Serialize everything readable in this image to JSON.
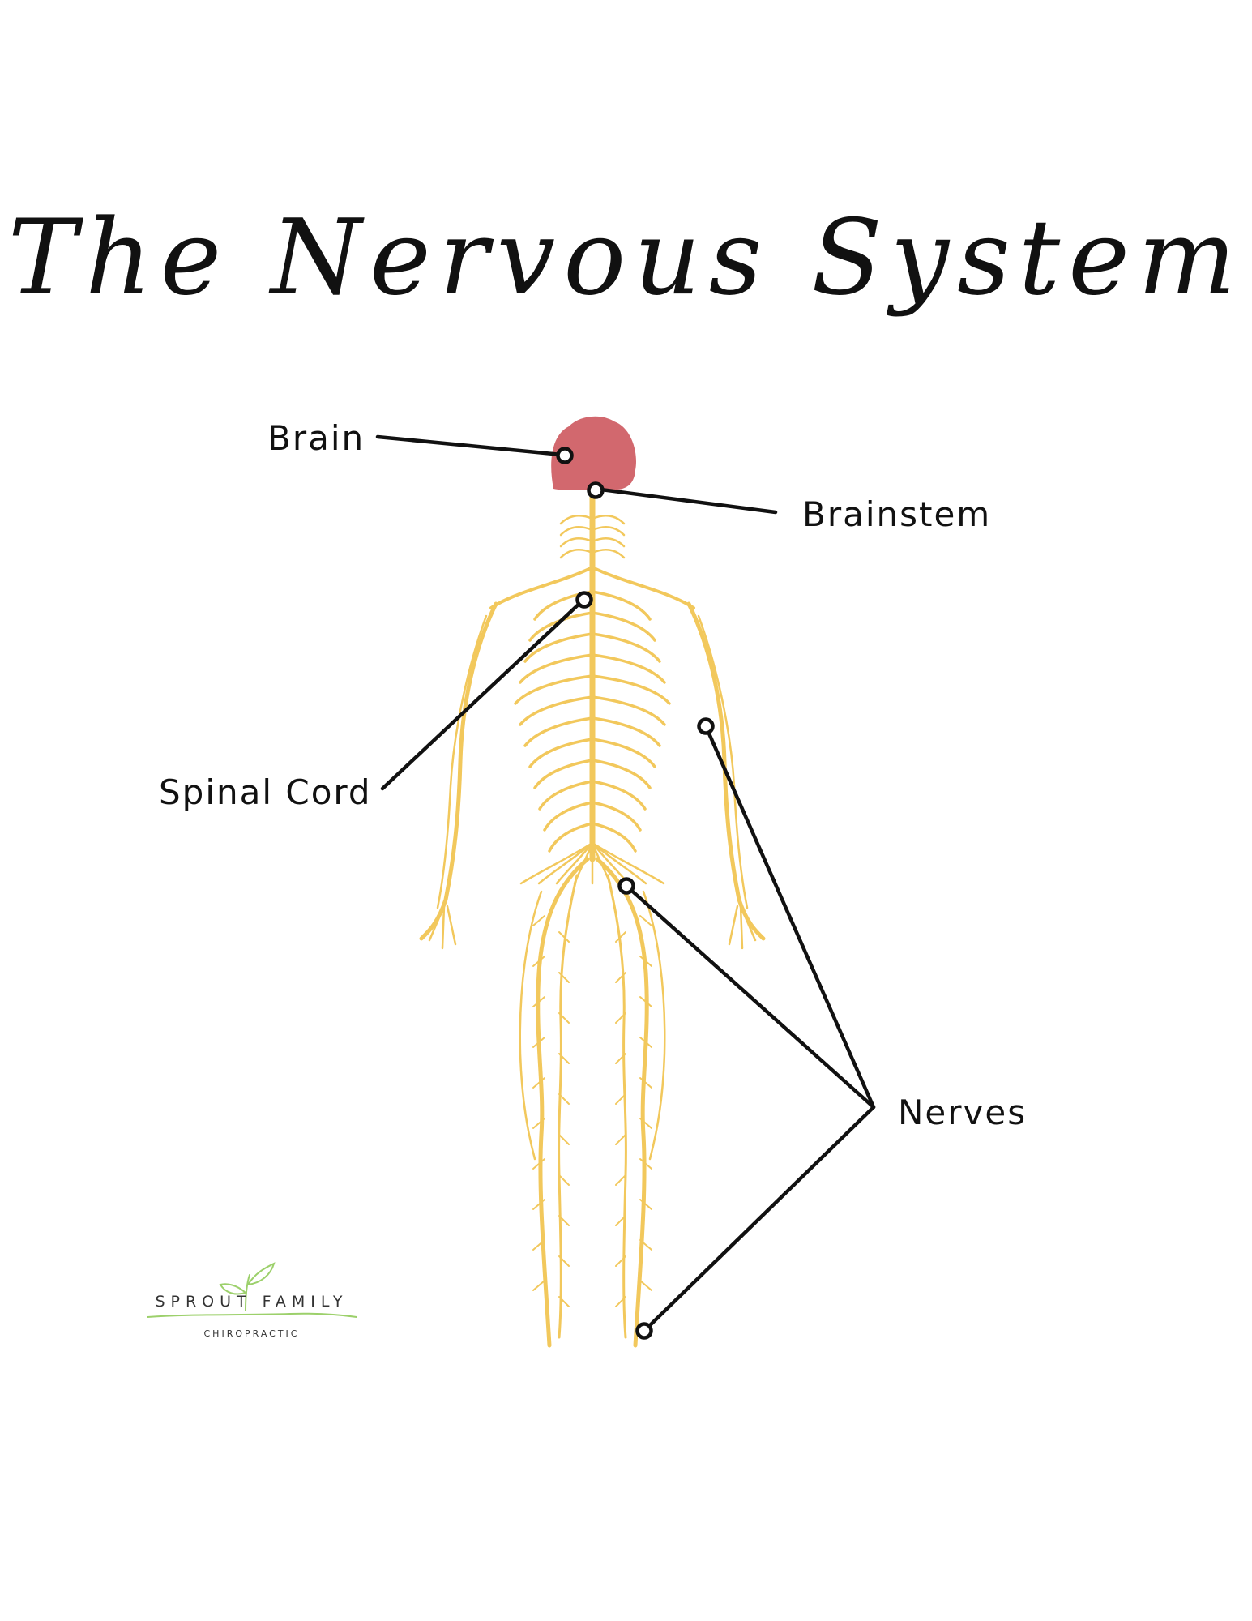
{
  "title": "The Nervous System",
  "labels": {
    "brain": "Brain",
    "brainstem": "Brainstem",
    "spinal_cord": "Spinal Cord",
    "nerves": "Nerves"
  },
  "logo": {
    "name": "SPROUT FAMILY",
    "subtitle": "CHIROPRACTIC",
    "icon": "sprout-icon"
  },
  "colors": {
    "nerve": "#F2C85C",
    "brain": "#D2686E",
    "leader_line": "#111111",
    "logo_green": "#9CD06B"
  }
}
